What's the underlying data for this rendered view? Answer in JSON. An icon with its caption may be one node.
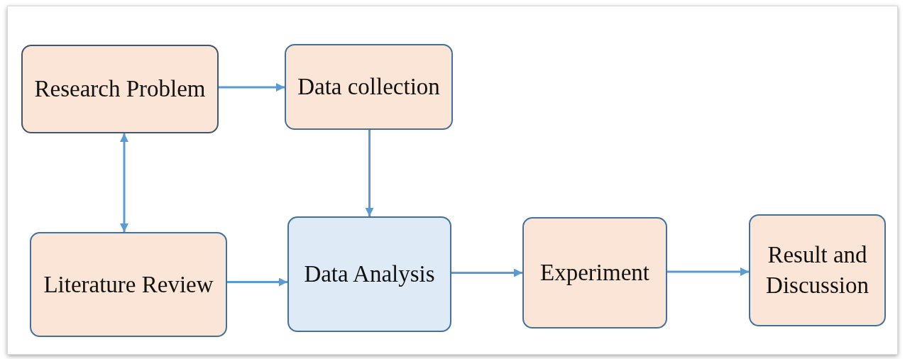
{
  "diagram": {
    "nodes": [
      {
        "text": [
          "Research Problem"
        ]
      },
      {
        "text": [
          "Data collection"
        ]
      },
      {
        "text": [
          "Literature Review"
        ]
      },
      {
        "text": [
          "Data Analysis"
        ]
      },
      {
        "text": [
          "Experiment"
        ]
      },
      {
        "text": [
          "Result and Discussion"
        ]
      }
    ],
    "edges": [
      {
        "from": 0,
        "to": 1,
        "arrow": "to"
      },
      {
        "from": 1,
        "to": 3,
        "arrow": "to"
      },
      {
        "from": 0,
        "to": 2,
        "arrow": "both"
      },
      {
        "from": 2,
        "to": 3,
        "arrow": "to"
      },
      {
        "from": 3,
        "to": 4,
        "arrow": "to"
      },
      {
        "from": 4,
        "to": 5,
        "arrow": "to"
      }
    ]
  }
}
